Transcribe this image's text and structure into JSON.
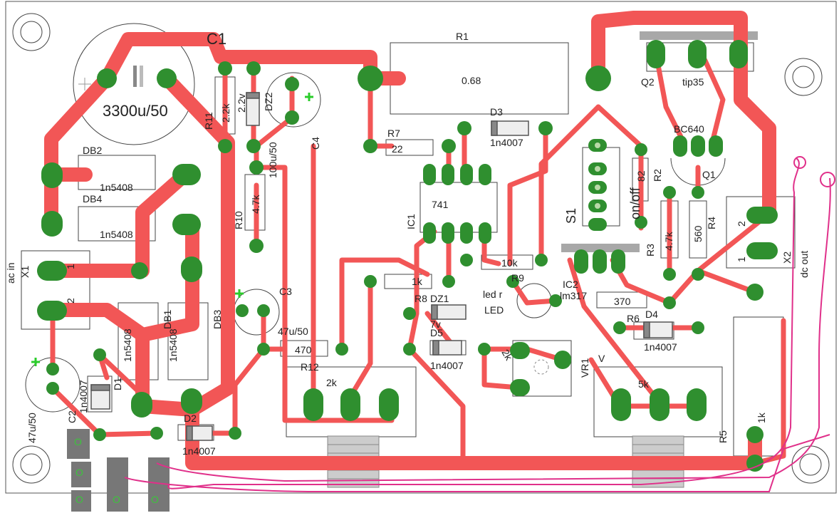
{
  "labels": {
    "C1": "C1",
    "cap_main": "3300u/50",
    "R11": "R11",
    "r11_val": "2.2k",
    "dz2_v": "2.2v",
    "DZ2": "DZ2",
    "R1": "R1",
    "r1_val": "0.68",
    "Q2": "Q2",
    "tip35": "tip35",
    "D3": "D3",
    "d3_val": "1n4007",
    "R7": "R7",
    "r7_val": "22",
    "C4": "C4",
    "c4_val": "100u/50",
    "BC640": "BC640",
    "R2": "R2",
    "r2_val": "82",
    "Q1": "Q1",
    "DB2": "DB2",
    "db2_val": "1n5408",
    "DB4": "DB4",
    "db4_val": "1n5408",
    "R10": "R10",
    "r10_val": "4.7k",
    "IC1": "IC1",
    "ic1_val": "741",
    "S1": "S1",
    "onoff": "on/off",
    "R3": "R3",
    "r3_val": "4.7k",
    "R4": "R4",
    "r4_val": "560",
    "acin": "ac in",
    "X1": "X1",
    "x1_1": "1",
    "x1_2": "2",
    "R9": "R9",
    "r9_val": "10k",
    "IC2": "IC2",
    "ic2_val": "lm317",
    "X2": "X2",
    "dcout": "dc out",
    "x2_1": "1",
    "x2_2": "2",
    "R8": "R8",
    "r8_val": "1k",
    "DZ1": "DZ1",
    "dz1_v": "7v",
    "ledr": "led r",
    "LED": "LED",
    "r6_val": "370",
    "R6": "R6",
    "D4": "D4",
    "d4_val": "1n4007",
    "C3": "C3",
    "c3_val": "47u/50",
    "DB3": "DB3",
    "DB1": "DB1",
    "db1_val": "1n5408",
    "db3_val": "1n5408",
    "R12": "R12",
    "r12_val": "470",
    "D5": "D5",
    "d5_val": "1n4007",
    "vr1_val": "2k",
    "VR1": "VR1",
    "V": "V",
    "r5_val": "5k",
    "C2": "C2",
    "c2_val": "47u/50",
    "D1": "D1",
    "d1_val": "1n4007",
    "D2": "D2",
    "d2_val": "1n4007",
    "pot_2k": "2k",
    "R5": "R5",
    "r5b_val": "1k",
    "led_o1": "O",
    "led_o2": "O",
    "led_o3": "O",
    "led_o4": "O",
    "led_o5": "O"
  },
  "colors": {
    "trace": "#f25656",
    "pad": "#2f8f2f",
    "silkscreen": "#222222",
    "wire": "#e0308a",
    "header": "#8a8a8a"
  }
}
